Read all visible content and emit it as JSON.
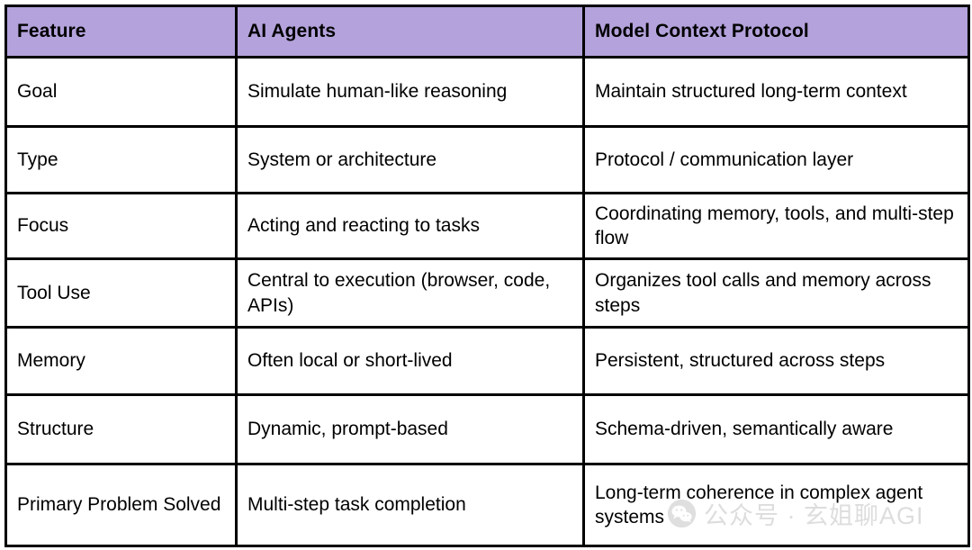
{
  "table": {
    "headers": [
      {
        "label": "Feature"
      },
      {
        "label": "AI Agents"
      },
      {
        "label": "Model Context Protocol"
      }
    ],
    "header_bg": "#b3a2db",
    "border_color": "#000000",
    "rows": [
      {
        "feature": "Goal",
        "ai_agents": "Simulate human-like reasoning",
        "mcp": "Maintain structured long-term context"
      },
      {
        "feature": "Type",
        "ai_agents": "System or architecture",
        "mcp": "Protocol / communication layer"
      },
      {
        "feature": "Focus",
        "ai_agents": "Acting and reacting to tasks",
        "mcp": "Coordinating memory, tools, and multi-step flow"
      },
      {
        "feature": "Tool Use",
        "ai_agents": "Central to execution (browser, code, APIs)",
        "mcp": "Organizes tool calls and memory across steps"
      },
      {
        "feature": "Memory",
        "ai_agents": "Often local or short-lived",
        "mcp": "Persistent, structured across steps"
      },
      {
        "feature": "Structure",
        "ai_agents": "Dynamic, prompt-based",
        "mcp": "Schema-driven, semantically aware"
      },
      {
        "feature": "Primary Problem Solved",
        "ai_agents": "Multi-step task completion",
        "mcp": "Long-term coherence in complex agent systems"
      }
    ]
  },
  "watermark": {
    "text": "公众号 · 玄姐聊AGI",
    "icon": "wechat-icon",
    "color": "#b5b5b5"
  }
}
